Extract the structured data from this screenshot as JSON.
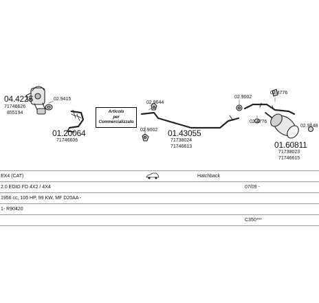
{
  "parts": {
    "p1": "04.4225",
    "p1_ref1": "71746626",
    "p1_ref2": "855194",
    "p2": "02.9415",
    "p3": "01.20064",
    "p3_ref": "71746606",
    "p4": "02.9644",
    "p5": "02.9002",
    "p6": "01.43055",
    "p6_ref1": "71738024",
    "p6_ref2": "71746613",
    "p7": "02.9002",
    "p8": "02.4776",
    "p9": "02.4776",
    "p10": "02.9148",
    "p11": "01.60811",
    "p11_ref1": "71738023",
    "p11_ref2": "71746615"
  },
  "note": {
    "line1": "Articolo",
    "line2": "per",
    "line3": "Commercializzato"
  },
  "vehicle": {
    "model": "EX4 (CAT)",
    "body": "Hatchback",
    "engine": "2.0 EDIG FD 4X2 / 4X4",
    "date": "07/09 -",
    "specs": "1956 cc, 105 HP, 99 KW, MF D20AA -",
    "ref": "1- R90420",
    "code": "C350***"
  },
  "icons": {
    "car": "car-icon",
    "catalytic": "catalytic-converter-icon",
    "clamp": "clamp-icon",
    "gasket": "gasket-icon",
    "bracket": "hanger-bracket-icon"
  }
}
